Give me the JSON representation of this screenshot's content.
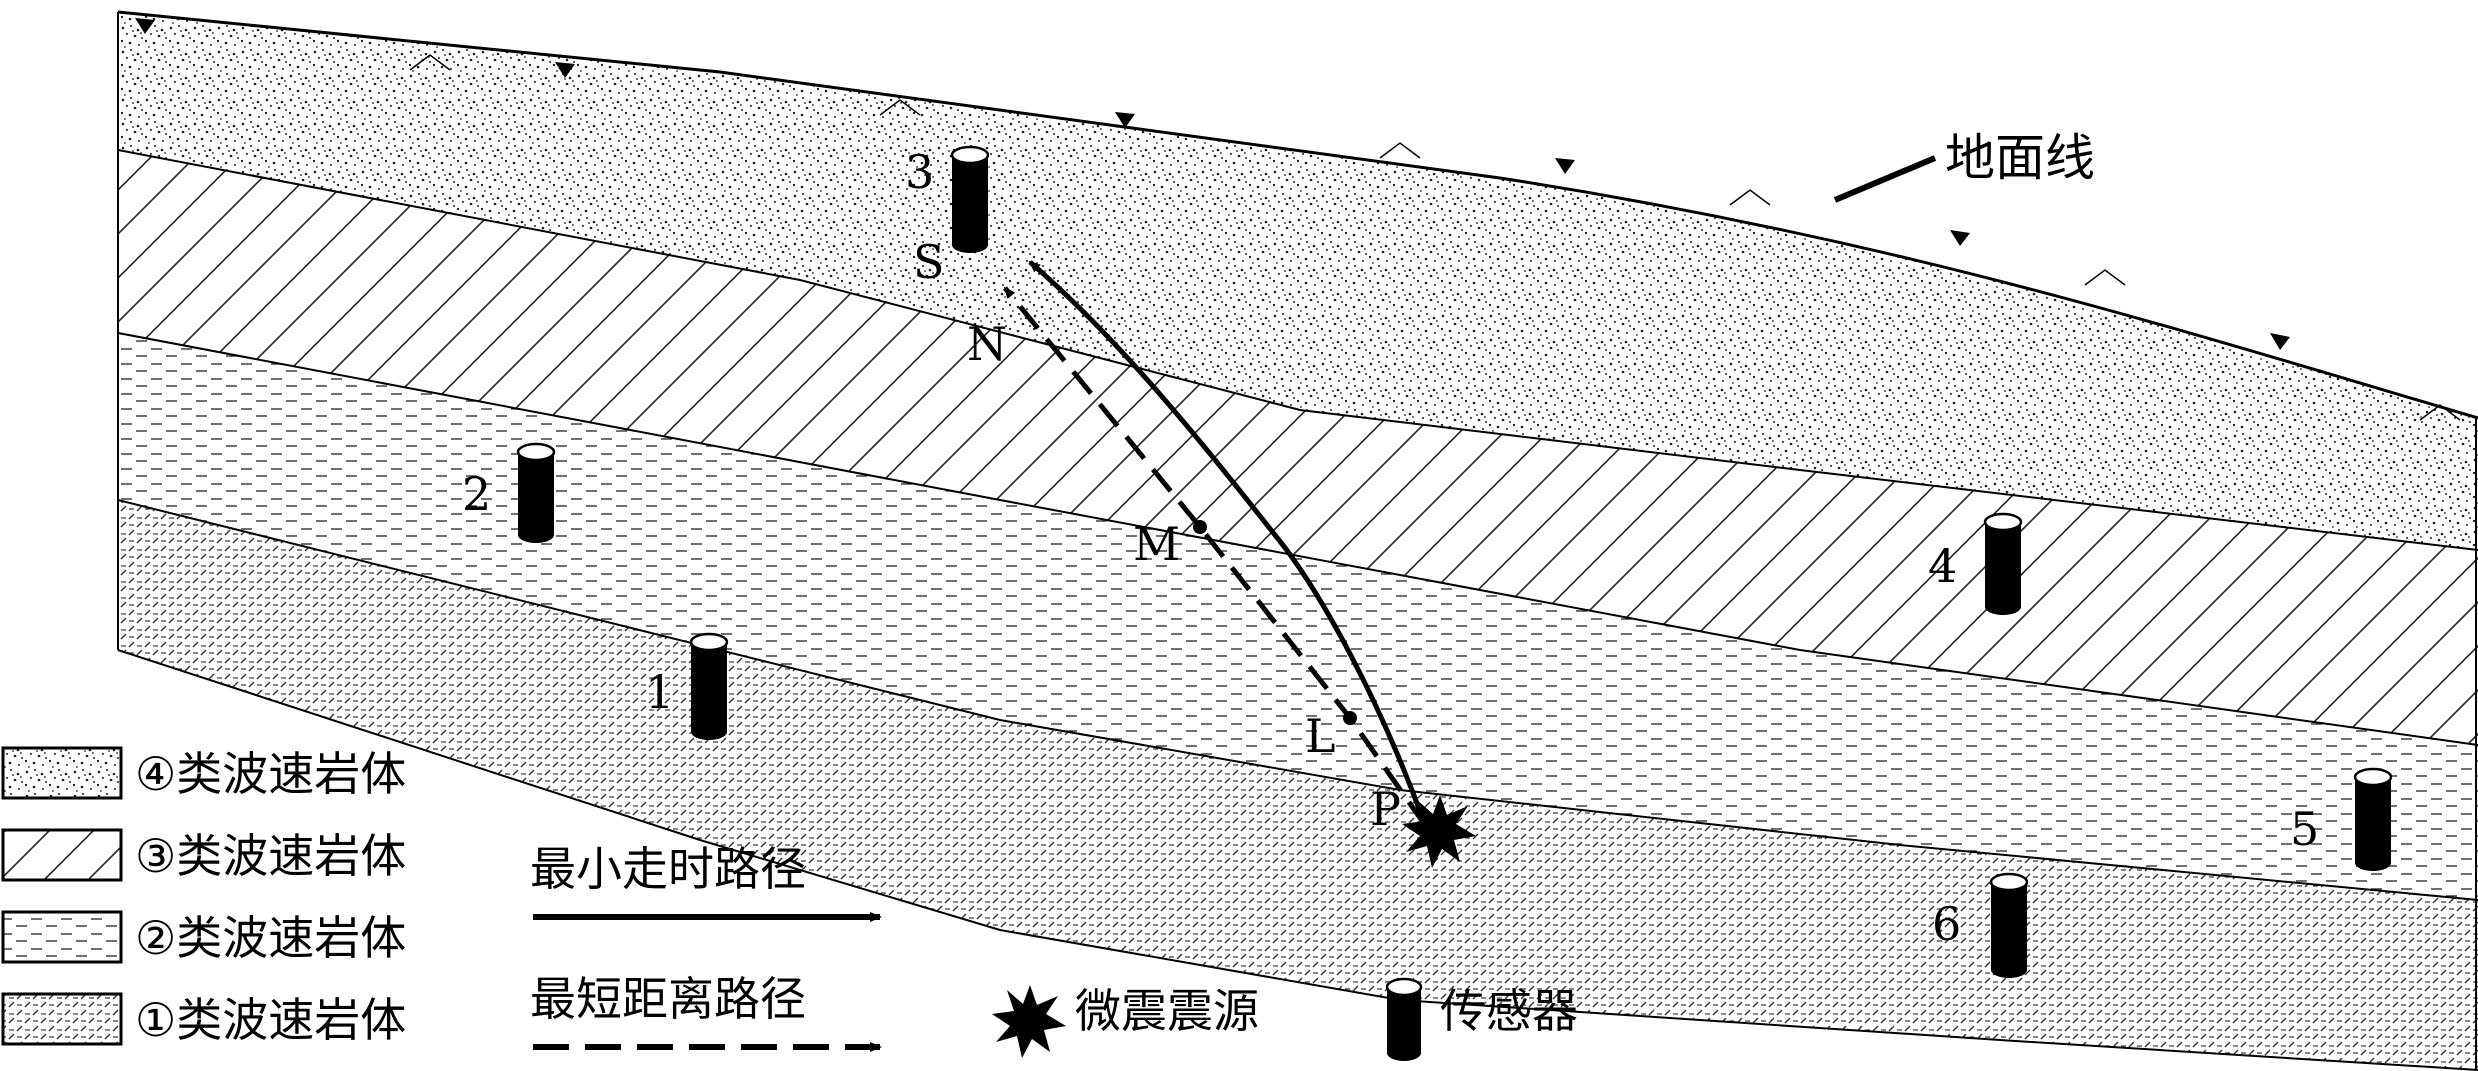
{
  "diagram": {
    "ground_line_label": "地面线",
    "sensors": [
      {
        "id": "1",
        "label": "1"
      },
      {
        "id": "2",
        "label": "2"
      },
      {
        "id": "3",
        "label": "3"
      },
      {
        "id": "4",
        "label": "4"
      },
      {
        "id": "5",
        "label": "5"
      },
      {
        "id": "6",
        "label": "6"
      }
    ],
    "points": {
      "S": "S",
      "N": "N",
      "M": "M",
      "L": "L",
      "P": "P"
    }
  },
  "legend": {
    "layers": [
      {
        "key": "layer4",
        "label": "④类波速岩体"
      },
      {
        "key": "layer3",
        "label": "③类波速岩体"
      },
      {
        "key": "layer2",
        "label": "②类波速岩体"
      },
      {
        "key": "layer1",
        "label": "①类波速岩体"
      }
    ],
    "min_time_path": "最小走时路径",
    "shortest_path": "最短距离路径",
    "source": "微震震源",
    "sensor": "传感器"
  }
}
